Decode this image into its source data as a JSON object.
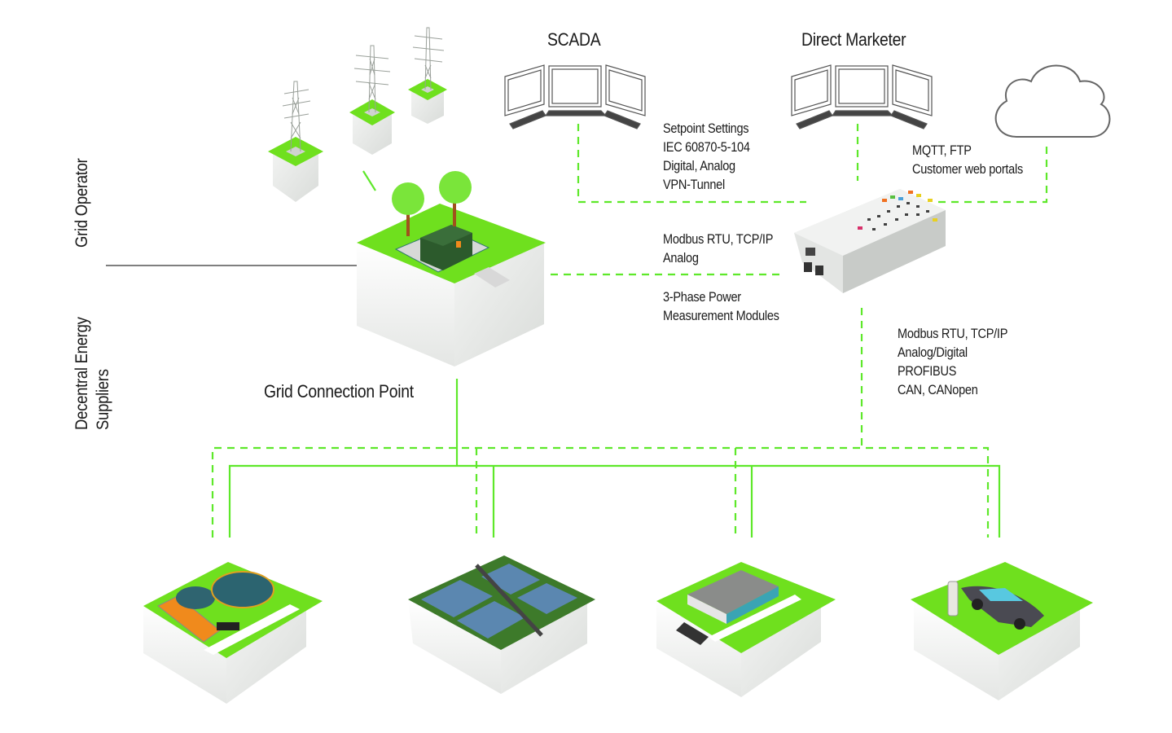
{
  "diagram": {
    "sections": {
      "grid_operator": "Grid Operator",
      "decentral_energy_suppliers": [
        "Decentral Energy",
        "Suppliers"
      ]
    },
    "nodes": {
      "scada": {
        "title": "SCADA",
        "icon": "three-monitor-workstation-icon"
      },
      "direct_marketer": {
        "title": "Direct Marketer",
        "icon": "three-monitor-workstation-icon"
      },
      "cloud": {
        "icon": "cloud-icon"
      },
      "controller": {
        "icon": "plc-controller-icon"
      },
      "grid_connection_point": {
        "title": "Grid Connection Point",
        "icon": "substation-tile-icon"
      },
      "transmission_towers": {
        "icon": "power-pylon-icon",
        "count": 3
      },
      "suppliers": [
        {
          "name": "biogas-plant",
          "icon": "biogas-plant-icon"
        },
        {
          "name": "solar-park",
          "icon": "solar-park-icon"
        },
        {
          "name": "industrial-building",
          "icon": "factory-icon"
        },
        {
          "name": "ev-charging",
          "icon": "ev-charging-car-icon"
        }
      ]
    },
    "links": {
      "scada_link": [
        "Setpoint Settings",
        "IEC 60870-5-104",
        "Digital, Analog",
        "VPN-Tunnel"
      ],
      "cloud_link": [
        "MQTT, FTP",
        "Customer web portals"
      ],
      "grid_point_link": [
        "Modbus RTU, TCP/IP",
        "Analog"
      ],
      "measurement": [
        "3-Phase Power",
        "Measurement Modules"
      ],
      "field_link": [
        "Modbus RTU, TCP/IP",
        "Analog/Digital",
        "PROFIBUS",
        "CAN, CANopen"
      ]
    },
    "colors": {
      "accent_green": "#5ee82a",
      "grass_green": "#6fe01e",
      "text": "#1a1a1a",
      "divider": "#555555"
    }
  }
}
